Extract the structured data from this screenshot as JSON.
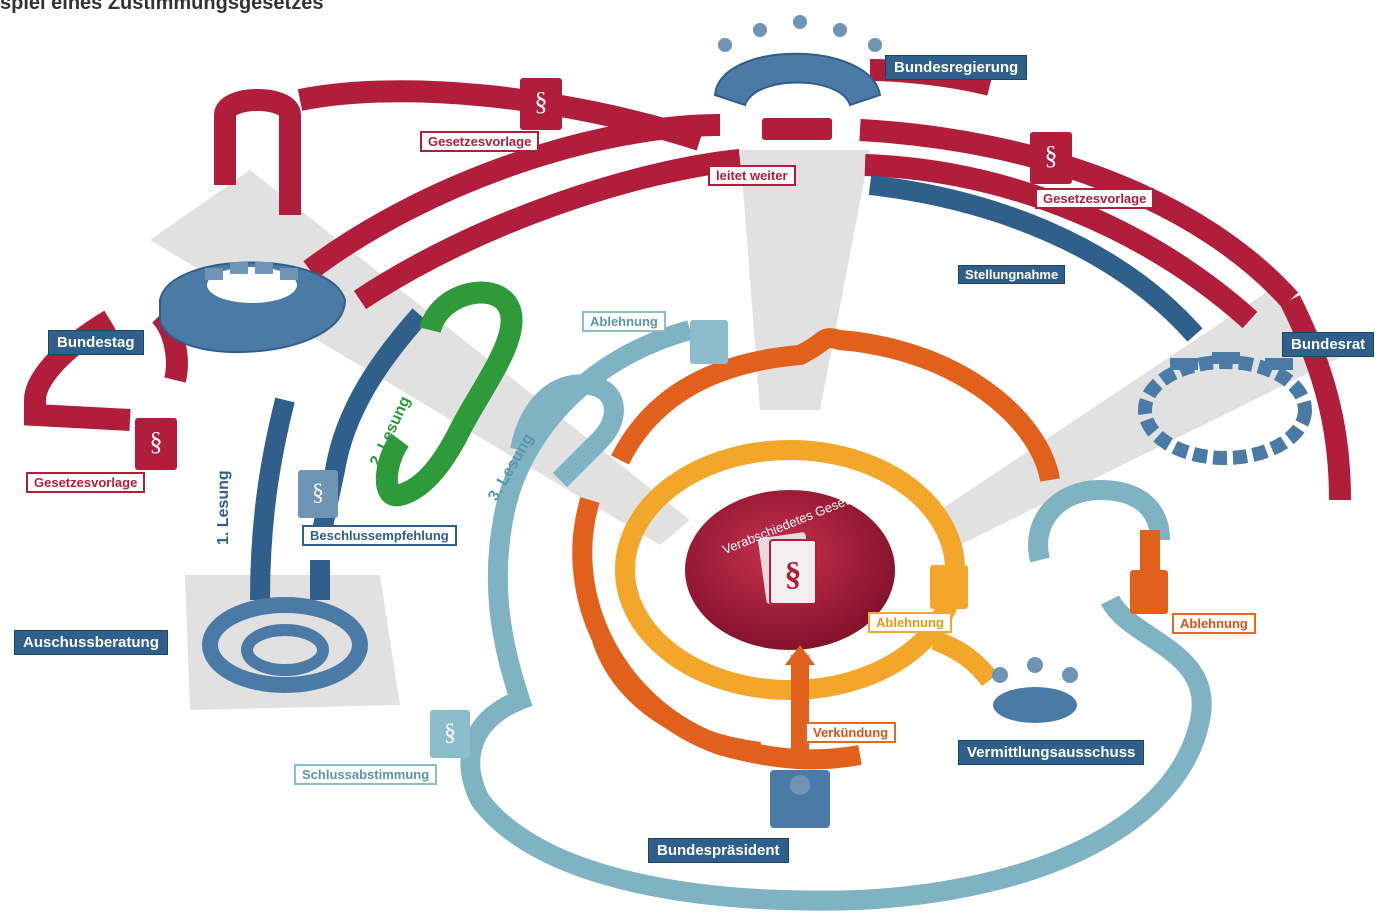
{
  "header": {
    "title_partial": "spiel eines Zustimmungsgesetzes"
  },
  "nodes": {
    "bundesregierung": "Bundesregierung",
    "bundestag": "Bundestag",
    "bundesrat": "Bundesrat",
    "auschussberatung": "Auschussberatung",
    "vermittlungsausschuss": "Vermittlungsausschuss",
    "bundespraesident": "Bundespräsident",
    "center": "Verabschiedetes Gesetz"
  },
  "labels": {
    "gesetzesvorlage_top": "Gesetzesvorlage",
    "gesetzesvorlage_right": "Gesetzesvorlage",
    "gesetzesvorlage_left": "Gesetzesvorlage",
    "leitet_weiter": "leitet weiter",
    "stellungnahme": "Stellungnahme",
    "ablehnung_teal": "Ablehnung",
    "ablehnung_yellow": "Ablehnung",
    "ablehnung_orange": "Ablehnung",
    "beschlussempfehlung": "Beschlussempfehlung",
    "schlussabstimmung": "Schlussabstimmung",
    "verkuendung": "Verkündung",
    "lesung1": "1. Lesung",
    "lesung2": "2. Lesung",
    "lesung3": "3. Lesung"
  },
  "colors": {
    "crimson": "#b01e3c",
    "navy": "#2f5f8a",
    "green": "#2f9a3a",
    "teal": "#7fb2c3",
    "orange": "#e0601c",
    "yellow": "#f2a62a",
    "grey": "#d9d9d9",
    "center": "#a3193a"
  }
}
